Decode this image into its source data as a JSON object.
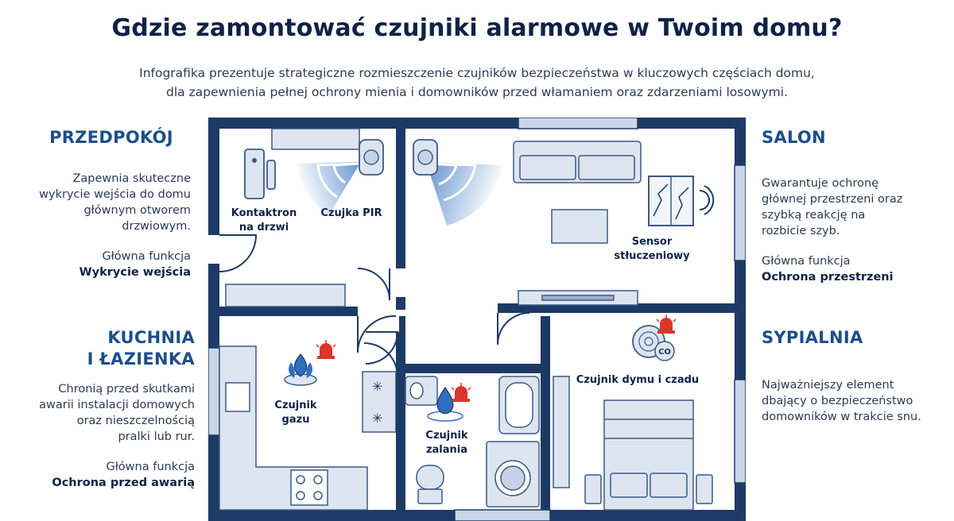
{
  "title": "Gdzie zamontować czujniki alarmowe w Twoim domu?",
  "subtitle": {
    "line1": "Infografika prezentuje strategiczne rozmieszczenie czujników bezpieczeństwa w kluczowych częściach domu,",
    "line2": "dla zapewnienia pełnej ochrony mienia i domowników przed włamaniem oraz zdarzeniami losowymi."
  },
  "rooms": {
    "przedpokoj": {
      "heading": "PRZEDPOKÓJ",
      "desc": [
        "Zapewnia skuteczne",
        "wykrycie wejścia do domu",
        "głównym otworem",
        "drzwiowym."
      ],
      "function_label": "Główna funkcja",
      "function_value": "Wykrycie wejścia"
    },
    "kuchnia": {
      "heading": [
        "KUCHNIA",
        "I ŁAZIENKA"
      ],
      "desc": [
        "Chronią przed skutkami",
        "awarii instalacji domowych",
        "oraz nieszczelnością",
        "pralki lub rur."
      ],
      "function_label": "Główna funkcja",
      "function_value": "Ochrona przed awarią"
    },
    "salon": {
      "heading": "SALON",
      "desc": [
        "Gwarantuje ochronę",
        "głównej przestrzeni oraz",
        "szybką reakcję na",
        "rozbicie szyb."
      ],
      "function_label": "Główna funkcja",
      "function_value": "Ochrona przestrzeni"
    },
    "sypialnia": {
      "heading": "SYPIALNIA",
      "desc": [
        "Najważniejszy element",
        "dbający o bezpieczeństwo",
        "domowników w trakcie snu."
      ]
    }
  },
  "sensors": {
    "kontaktron": [
      "Kontaktron",
      "na drzwi"
    ],
    "pir": "Czujka PIR",
    "glass": [
      "Sensor",
      "stłuczeniowy"
    ],
    "gas": [
      "Czujnik",
      "gazu"
    ],
    "flood": [
      "Czujnik",
      "zalania"
    ],
    "smoke": "Czujnik dymu i czadu",
    "co_badge": "CO"
  },
  "colors": {
    "wall": "#1d3a66",
    "floor": "#ffffff",
    "furniture": "#dde5f0",
    "furniture_stroke": "#3d5a85",
    "accent_blue": "#1d4e8a",
    "alarm_red": "#d9372b"
  },
  "icons": [
    "door-contact-icon",
    "pir-motion-icon",
    "glass-break-icon",
    "gas-flame-icon",
    "water-drop-icon",
    "smoke-co-detector-icon",
    "alarm-siren-icon"
  ]
}
